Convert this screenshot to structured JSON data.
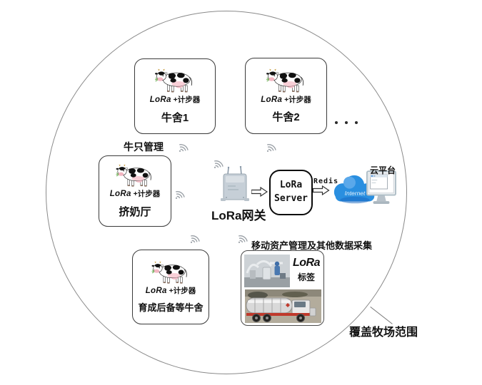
{
  "labels": {
    "cattle_management": "牛只管理",
    "coverage": "覆盖牧场范围",
    "mobile_assets_title": "移动资产管理及其他数据采集",
    "cloud_platform": "云平台"
  },
  "sheds": [
    {
      "device_lora": "LoRa",
      "device_rest": " +计步器",
      "name": "牛舍1"
    },
    {
      "device_lora": "LoRa",
      "device_rest": " +计步器",
      "name": "牛舍2"
    },
    {
      "device_lora": "LoRa",
      "device_rest": " +计步器",
      "name": "挤奶厅"
    },
    {
      "device_lora": "LoRa",
      "device_rest": " +计步器",
      "name": "育成后备等牛舍"
    }
  ],
  "gateway": {
    "label": "LoRa网关"
  },
  "server": {
    "line1": "LoRa",
    "line2": "Server"
  },
  "links": {
    "redis": "Redis",
    "internet": "Internet"
  },
  "tag": {
    "brand": "LoRa",
    "label": "标签"
  },
  "icons": {
    "wireless_signal": "radiating-arcs",
    "ellipsis": "three-dots",
    "block_arrow_right": "hollow-right-arrow",
    "cow": "dairy-cow-cartoon",
    "gateway_device": "lora-gateway-box-with-antennas",
    "cloud_internet": "blue-internet-cloud",
    "monitor": "desktop-computer",
    "milking_equipment_photo": "milking-machine-photo",
    "milk_truck_photo": "milk-tanker-truck-photo"
  },
  "colors": {
    "circle_border": "#8a8a8a",
    "box_border": "#3a3a3a",
    "cloud_blue": "#2a8fe0",
    "truck_red": "#c0392b",
    "signal_grey": "#9aa0a6",
    "text": "#111111"
  }
}
